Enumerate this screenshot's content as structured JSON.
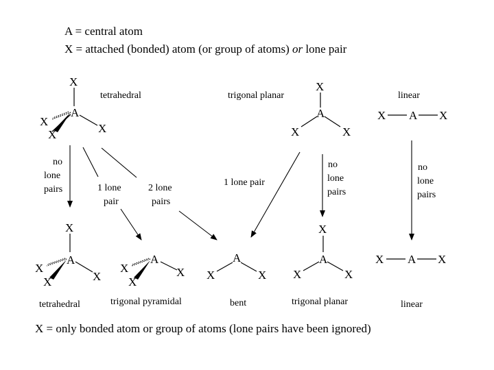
{
  "header": {
    "line1": "A = central atom",
    "line2_pre": "X = attached (bonded) atom (or group of atoms) ",
    "line2_or": "or",
    "line2_post": " lone pair"
  },
  "atoms": {
    "central": "A",
    "attached": "X"
  },
  "top_labels": {
    "tetrahedral": "tetrahedral",
    "trigonal_planar": "trigonal planar",
    "linear": "linear"
  },
  "arrow_labels": {
    "no_lone_pairs_1": [
      "no",
      "lone",
      "pairs"
    ],
    "one_lone_pair_1": [
      "1 lone",
      "pair"
    ],
    "two_lone_pairs": [
      "2 lone",
      "pairs"
    ],
    "one_lone_pair_2": "1 lone pair",
    "no_lone_pairs_2": [
      "no",
      "lone",
      "pairs"
    ],
    "no_lone_pairs_3": [
      "no",
      "lone",
      "pairs"
    ]
  },
  "bottom_labels": {
    "tetrahedral": "tetrahedral",
    "trigonal_pyramidal": "trigonal pyramidal",
    "bent": "bent",
    "trigonal_planar": "trigonal planar",
    "linear": "linear"
  },
  "footer": "X = only bonded atom or group of atoms (lone pairs have been ignored)"
}
